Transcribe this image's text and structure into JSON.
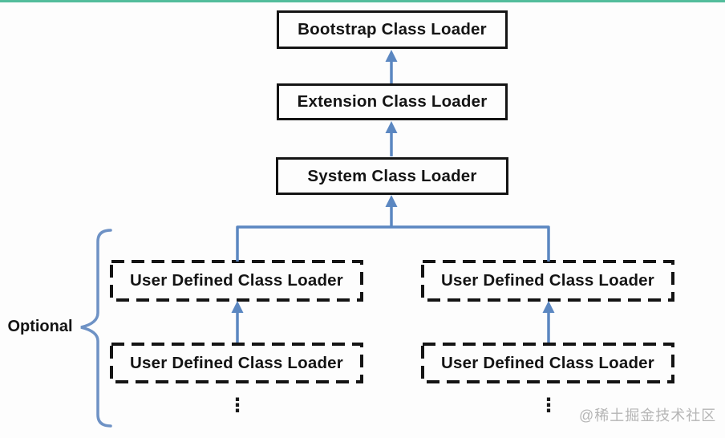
{
  "diagram": {
    "type": "hierarchy",
    "subject": "Java ClassLoader delegation hierarchy",
    "nodes": {
      "bootstrap": {
        "label": "Bootstrap Class Loader",
        "style": "solid"
      },
      "extension": {
        "label": "Extension Class Loader",
        "style": "solid"
      },
      "system": {
        "label": "System Class Loader",
        "style": "solid"
      },
      "user_left_top": {
        "label": "User Defined Class Loader",
        "style": "dashed"
      },
      "user_right_top": {
        "label": "User Defined Class Loader",
        "style": "dashed"
      },
      "user_left_bottom": {
        "label": "User Defined Class Loader",
        "style": "dashed"
      },
      "user_right_bottom": {
        "label": "User Defined Class Loader",
        "style": "dashed"
      }
    },
    "edges": [
      "extension -> bootstrap",
      "system -> extension",
      "user branches -> system",
      "user_left_bottom -> user_left_top",
      "user_right_bottom -> user_right_top"
    ],
    "optional_label": "Optional",
    "ellipsis": "⋮",
    "watermark": "@稀土掘金技术社区",
    "colors": {
      "connector_blue": "#5b87c1",
      "brace_blue": "#6e92c5",
      "box_border": "#141414",
      "top_strip": "#53bd9c",
      "watermark_gray": "#b5b5b5",
      "background": "#fdfdfd"
    }
  }
}
